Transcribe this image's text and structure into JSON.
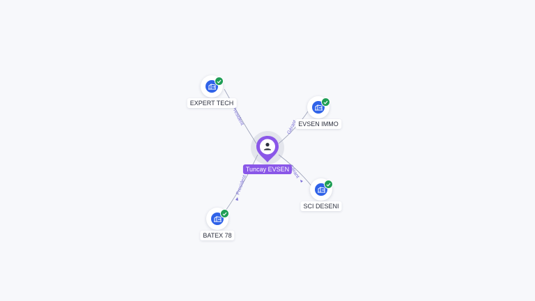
{
  "center": {
    "name": "Tuncay EVSEN",
    "icon": "person-icon",
    "color": "#8a57e8"
  },
  "companies": [
    {
      "name": "EXPERT TECH",
      "icon": "building-icon",
      "verified": true
    },
    {
      "name": "EVSEN IMMO",
      "icon": "building-icon",
      "verified": true
    },
    {
      "name": "SCI DESENI",
      "icon": "building-icon",
      "verified": true
    },
    {
      "name": "BATEX 78",
      "icon": "building-icon",
      "verified": true
    }
  ],
  "relations": [
    {
      "to": "EXPERT TECH",
      "label": "President"
    },
    {
      "to": "EVSEN IMMO",
      "label": "Gérant"
    },
    {
      "to": "SCI DESENI",
      "label": "Gérant"
    },
    {
      "to": "BATEX 78",
      "label": "President"
    }
  ],
  "colors": {
    "company_icon": "#2f62e8",
    "verified_badge": "#1f9e55",
    "edge_label": "#7b6fd6"
  }
}
